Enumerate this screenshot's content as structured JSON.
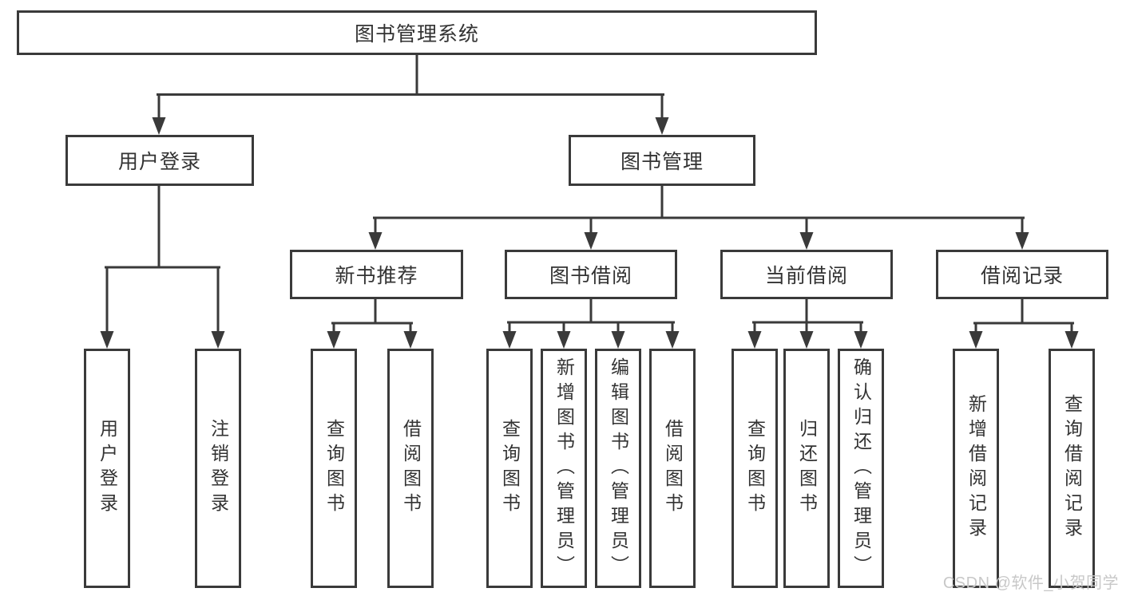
{
  "diagram": {
    "title": "图书管理系统",
    "nodes": {
      "root": "图书管理系统",
      "level2": [
        {
          "label": "用户登录",
          "children": [
            "用户登录",
            "注销登录"
          ]
        },
        {
          "label": "图书管理"
        }
      ],
      "level3": [
        {
          "label": "新书推荐",
          "children": [
            "查询图书",
            "借阅图书"
          ]
        },
        {
          "label": "图书借阅",
          "children": [
            "查询图书",
            "新增图书（管理员）",
            "编辑图书（管理员）",
            "借阅图书"
          ]
        },
        {
          "label": "当前借阅",
          "children": [
            "查询图书",
            "归还图书",
            "确认归还（管理员）"
          ]
        },
        {
          "label": "借阅记录",
          "children": [
            "新增借阅记录",
            "查询借阅记录"
          ]
        }
      ]
    }
  },
  "watermark": "CSDN @软件_小贺同学",
  "colors": {
    "line": "#3a3a3a",
    "text": "#333333",
    "watermark": "#c8c8c8",
    "background": "#ffffff"
  }
}
